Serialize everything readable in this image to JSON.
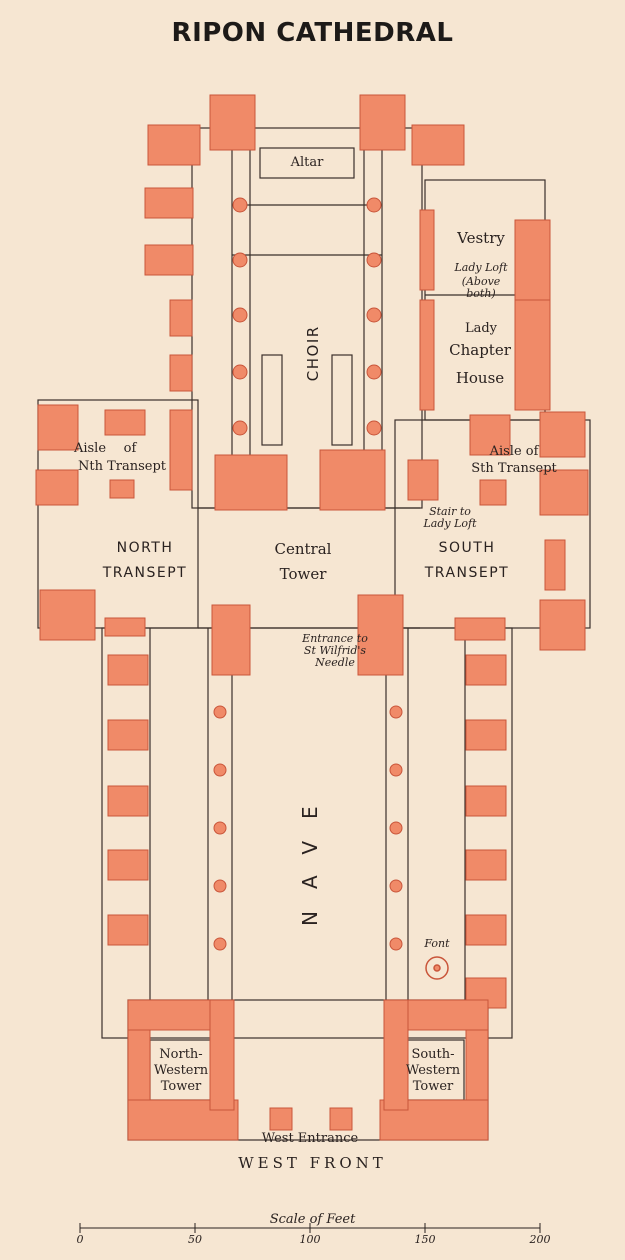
{
  "title": "RIPON CATHEDRAL",
  "labels": {
    "altar": "Altar",
    "vestry": "Vestry",
    "lady_loft": "Lady Loft",
    "above_both": "(Above both)",
    "choir": "CHOIR",
    "chapter_house_1": "Chapter",
    "chapter_house_2": "House",
    "lady": "Lady",
    "aisle_n_1": "Aisle",
    "aisle_n_2": "of",
    "aisle_n_3": "Nth Transept",
    "aisle_s_1": "Aisle of",
    "aisle_s_2": "Sth Transept",
    "stair_1": "Stair to",
    "stair_2": "Lady Loft",
    "north_transept_1": "NORTH",
    "north_transept_2": "TRANSEPT",
    "central_tower_1": "Central",
    "central_tower_2": "Tower",
    "south_transept_1": "SOUTH",
    "south_transept_2": "TRANSEPT",
    "entrance_1": "Entrance to",
    "entrance_2": "St Wilfrid's",
    "entrance_3": "Needle",
    "nave": "NAVE",
    "font": "Font",
    "nw_tower_1": "North-",
    "nw_tower_2": "Western",
    "nw_tower_3": "Tower",
    "sw_tower_1": "South-",
    "sw_tower_2": "Western",
    "sw_tower_3": "Tower",
    "west_entrance": "West Entrance",
    "west_front": "WEST FRONT"
  },
  "scale": {
    "title": "Scale of Feet",
    "ticks": [
      "0",
      "50",
      "100",
      "150",
      "200"
    ]
  },
  "colors": {
    "background": "#f6e6d2",
    "masonry": "#f08a68",
    "masonry_edge": "#c9553a",
    "ink": "#2a2220"
  }
}
